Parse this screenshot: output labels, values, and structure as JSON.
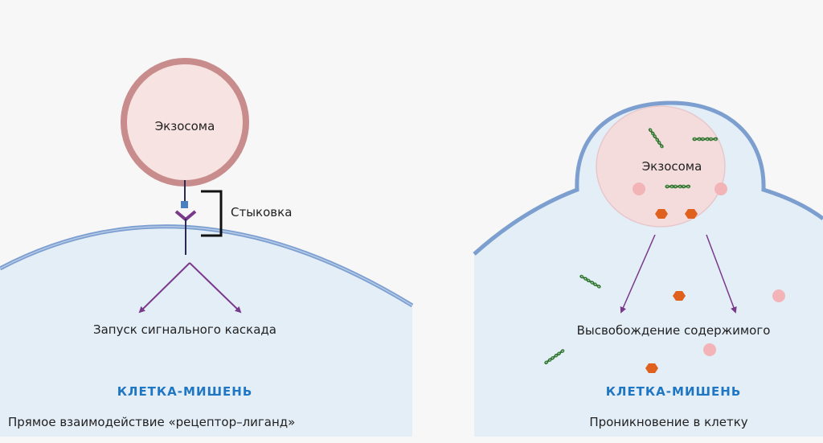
{
  "left": {
    "exosome_label": "Экзосома",
    "docking_label": "Стыковка",
    "cascade_label": "Запуск сигнального каскада",
    "cell_label": "КЛЕТКА-МИШЕНЬ",
    "caption": "Прямое взаимодействие «рецептор–лиганд»"
  },
  "right": {
    "exosome_label": "Экзосома",
    "release_label": "Высвобождение содержимого",
    "cell_label": "КЛЕТКА-МИШЕНЬ",
    "caption": "Проникновение в клетку"
  },
  "colors": {
    "cell_fill": "#e4eef7",
    "membrane": "#7d9fd0",
    "exosome_fill": "#f7e3e1",
    "exosome_border": "#c98c8c",
    "arrow": "#7a3a8c",
    "label_blue": "#1f77c4",
    "protein_orange": "#e0601e",
    "protein_pink": "#f2b4b6",
    "dna_green": "#3a8a3a"
  }
}
